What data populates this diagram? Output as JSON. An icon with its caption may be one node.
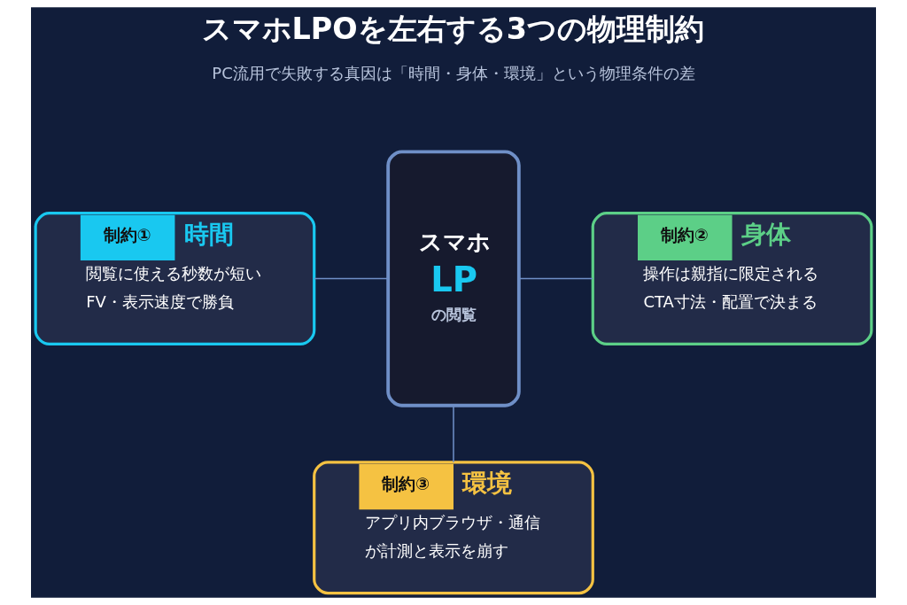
{
  "diagram": {
    "title": "スマホLPOを左右する3つの物理制約",
    "nodes": [
      {
        "text": [
          "スマホ",
          "LP",
          "の閲覧"
        ]
      },
      {
        "text": [
          "制約①",
          "時間",
          "閲覧に使える秒数が短い",
          "FV・表示速度で勝負"
        ]
      },
      {
        "text": [
          "制約②",
          "身体",
          "操作は親指に限定される",
          "CTA寸法・配置で決まる"
        ]
      },
      {
        "text": [
          "制約③",
          "環境",
          "アプリ内ブラウザ・通信",
          "が計測と表示を崩す"
        ]
      }
    ],
    "edges": [
      {
        "from": 0,
        "to": 1,
        "arrow": "none"
      },
      {
        "from": 0,
        "to": 2,
        "arrow": "none"
      },
      {
        "from": 0,
        "to": 3,
        "arrow": "none"
      }
    ],
    "labels": [
      "PC流用で失敗する真因は「時間・身体・環境」という物理条件の差"
    ]
  }
}
